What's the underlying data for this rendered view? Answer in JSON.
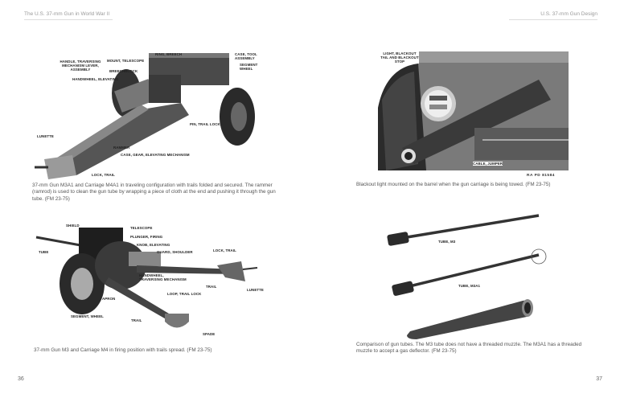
{
  "header": {
    "left_title": "The U.S. 37-mm Gun in World War II",
    "right_title": "U.S. 37-mm Gun Design"
  },
  "page_numbers": {
    "left": "36",
    "right": "37"
  },
  "figures": {
    "travel": {
      "labels": [
        "RING, BREECH",
        "MOUNT, TELESCOPE",
        "HANDLE, TRAVERSING MECHANISM LEVER, ASSEMBLY",
        "CASE, TOOL ASSEMBLY",
        "SEGMENT WHEEL",
        "BREECHBLOCK",
        "HANDWHEEL, ELEVATING",
        "PIN, TRAIL LOCK",
        "LUNETTE",
        "RAMMER",
        "CASE, GEAR, ELEVATING MECHANISM",
        "LOCK, TRAIL"
      ],
      "caption": "37-mm Gun M3A1 and Carriage M4A1 in traveling configuration with trails folded and secured. The rammer (ramrod) is used to clean the gun tube by wrapping a piece of cloth at the end and pushing it through the gun tube. (FM 23-75)"
    },
    "firing": {
      "labels": [
        "SHIELD",
        "TELESCOPE",
        "PLUNGER, FIRING",
        "KNOB, ELEVATING",
        "GUARD, SHOULDER",
        "TUBE",
        "LOCK, TRAIL",
        "HANDWHEEL, TRAVERSING MECHANISM",
        "TRAIL",
        "LUNETTE",
        "APRON",
        "LOOP, TRAIL LOCK",
        "SEGMENT, WHEEL",
        "TRAIL",
        "SPADE"
      ],
      "caption": "37-mm Gun M3 and Carriage M4 in firing position with trails spread. (FM 23-75)"
    },
    "blackout": {
      "labels": [
        "LIGHT, BLACKOUT TAIL AND BLACKOUT STOP",
        "CABLE, JUMPER"
      ],
      "photo_id": "RA PD 81584",
      "caption": "Blackout light mounted on the barrel when the gun carriage is being towed. (FM 23-75)"
    },
    "tubes": {
      "labels": [
        "TUBE, M3",
        "TUBE, M3A1"
      ],
      "caption": "Comparison of gun tubes. The M3 tube does not have a threaded muzzle. The M3A1 has a threaded muzzle to accept a gas deflector. (FM 23-75)"
    }
  }
}
